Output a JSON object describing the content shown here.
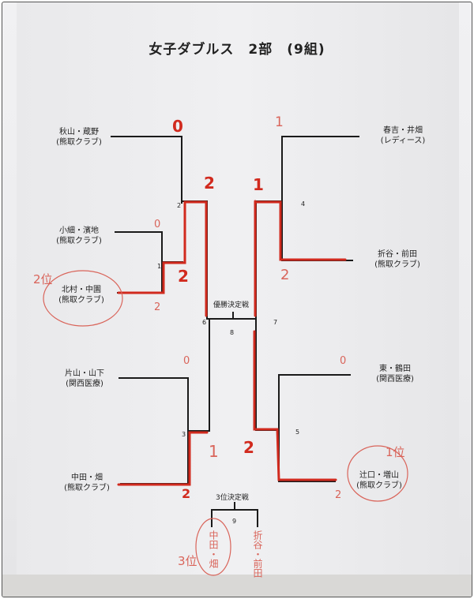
{
  "title": "女子ダブルス　2部　(9組)",
  "teams": [
    {
      "name": "秋山・蔵野",
      "club": "(熊取クラブ)"
    },
    {
      "name": "小細・濱地",
      "club": "(熊取クラブ)"
    },
    {
      "name": "北村・中園",
      "club": "(熊取クラブ)"
    },
    {
      "name": "春吉・井畑",
      "club": "(レディース)"
    },
    {
      "name": "折谷・前田",
      "club": "(熊取クラブ)"
    },
    {
      "name": "片山・山下",
      "club": "(関西医療)"
    },
    {
      "name": "中田・畑",
      "club": "(熊取クラブ)"
    },
    {
      "name": "東・鶴田",
      "club": "(関西医療)"
    },
    {
      "name": "辻口・増山",
      "club": "(熊取クラブ)"
    }
  ],
  "matches": [
    "1",
    "2",
    "3",
    "4",
    "5",
    "6",
    "7",
    "8",
    "9"
  ],
  "final_label": "優勝決定戦",
  "third_place_label": "3位決定戦",
  "handwritten": {
    "scores": [
      "0",
      "2",
      "0",
      "2",
      "2",
      "1",
      "1",
      "2",
      "0",
      "1",
      "2",
      "0",
      "2",
      "2"
    ],
    "ranks": [
      "2位",
      "1位",
      "3位"
    ],
    "third_place_teams": [
      "中田・畑",
      "折谷・前田"
    ]
  },
  "colors": {
    "ink": "#222222",
    "red_marker": "#d12a1e"
  }
}
